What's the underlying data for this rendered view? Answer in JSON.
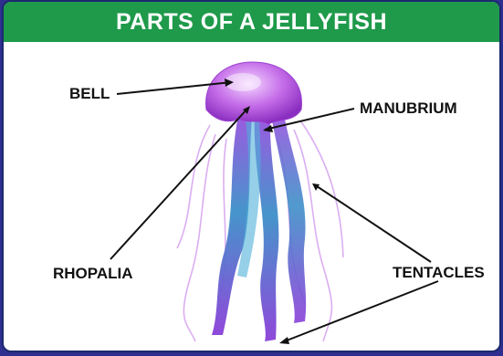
{
  "title": "PARTS OF A JELLYFISH",
  "labels": {
    "bell": "BELL",
    "manubrium": "MANUBRIUM",
    "rhopalia": "RHOPALIA",
    "tentacles": "TENTACLES"
  },
  "colors": {
    "banner": "#1e9a4a",
    "border": "#1c2a6e",
    "jellyfish_bell": "#b24fd8",
    "jellyfish_body": "#7a3fc8",
    "jellyfish_accent": "#3a9fc8"
  }
}
